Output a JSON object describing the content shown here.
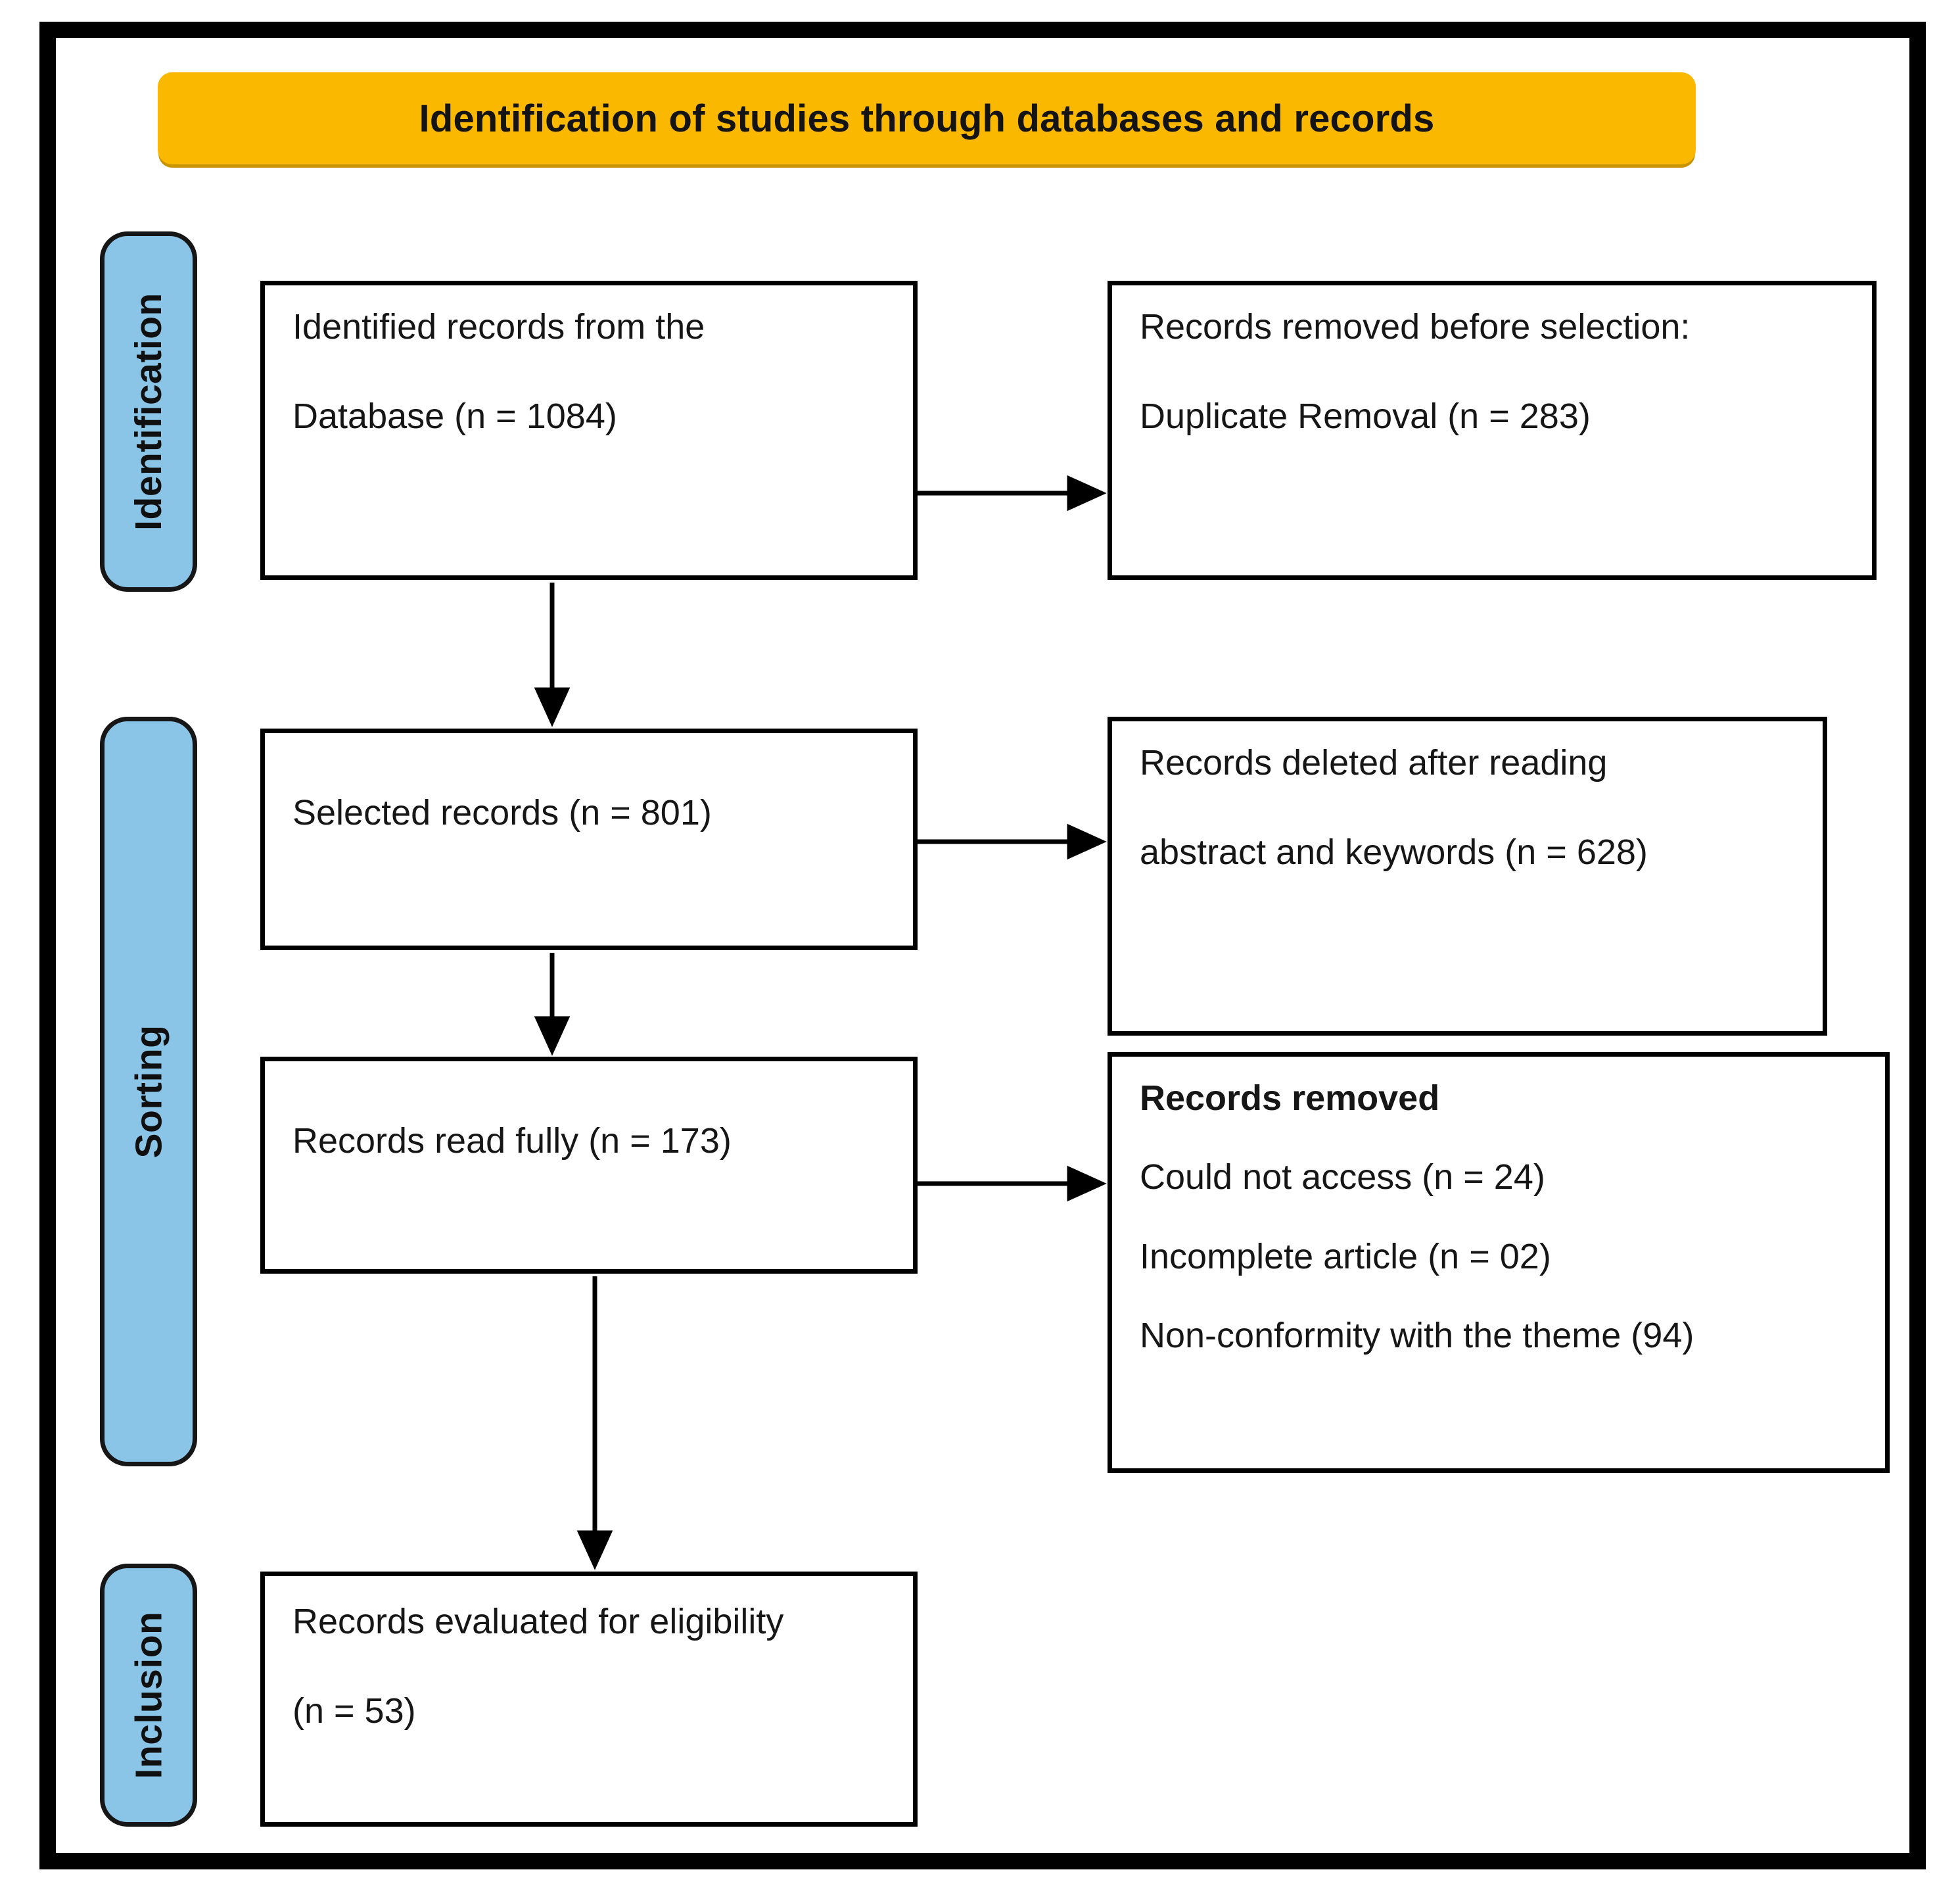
{
  "diagram": {
    "title": "Identification of studies through databases and records",
    "type": "prisma-flow-diagram"
  },
  "header": {
    "label": "Identification of studies through databases and records",
    "background_color": "#FBB800",
    "text_color": "#141414"
  },
  "stages": [
    {
      "id": "identification",
      "label": "Identification",
      "color": "#8AC5E8"
    },
    {
      "id": "sorting",
      "label": "Sorting",
      "color": "#8AC5E8"
    },
    {
      "id": "inclusion",
      "label": "Inclusion",
      "color": "#8AC5E8"
    }
  ],
  "boxes": {
    "identified": {
      "line1": "Identified records from the",
      "line2": "Database (n = 1084)"
    },
    "removed_before": {
      "line1": "Records removed before selection:",
      "line2": "Duplicate Removal (n = 283)"
    },
    "selected": {
      "line1": "Selected records (n = 801)"
    },
    "deleted_abstract": {
      "line1": "Records deleted after reading",
      "line2": "abstract and keywords (n = 628)"
    },
    "read_fully": {
      "line1": "Records read fully (n = 173)"
    },
    "records_removed": {
      "heading": "Records removed",
      "line1": "Could not access (n = 24)",
      "line2": "Incomplete article (n = 02)",
      "line3": "Non-conformity with the theme (94)"
    },
    "evaluated": {
      "line1": "Records evaluated for eligibility",
      "line2": "(n = 53)"
    }
  },
  "counts": {
    "identified_records": 1084,
    "duplicates_removed": 283,
    "selected_records": 801,
    "deleted_after_abstract_and_keywords": 628,
    "records_read_fully": 173,
    "could_not_access": 24,
    "incomplete_article": 2,
    "non_conformity_with_theme": 94,
    "records_evaluated_for_eligibility": 53
  },
  "colors": {
    "frame": "#000000",
    "banner": "#FBB800",
    "stage_pill": "#8AC5E8",
    "box_border": "#000000",
    "text": "#161616"
  }
}
